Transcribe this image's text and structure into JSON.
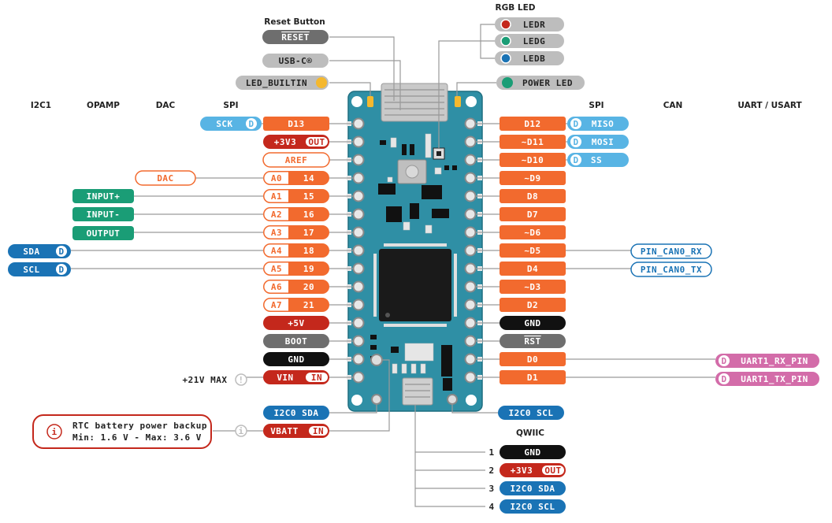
{
  "column_headers": {
    "left": [
      "I2C1",
      "OPAMP",
      "DAC",
      "SPI"
    ],
    "right": [
      "SPI",
      "CAN",
      "UART / USART"
    ]
  },
  "top": {
    "reset_title": "Reset Button",
    "reset": "RESET",
    "usb": "USB-C®",
    "led_builtin": "LED_BUILTIN",
    "rgb_title": "RGB LED",
    "ledr": "LEDR",
    "ledg": "LEDG",
    "ledb": "LEDB",
    "power_led": "POWER LED"
  },
  "left_pins": [
    {
      "name": "D13",
      "extra": "",
      "style": "orange"
    },
    {
      "name": "+3V3",
      "extra": "OUT",
      "style": "red"
    },
    {
      "name": "AREF",
      "extra": "",
      "style": "outline"
    },
    {
      "name": "A0",
      "extra": "14",
      "style": "split"
    },
    {
      "name": "A1",
      "extra": "15",
      "style": "split"
    },
    {
      "name": "A2",
      "extra": "16",
      "style": "split"
    },
    {
      "name": "A3",
      "extra": "17",
      "style": "split"
    },
    {
      "name": "A4",
      "extra": "18",
      "style": "split"
    },
    {
      "name": "A5",
      "extra": "19",
      "style": "split"
    },
    {
      "name": "A6",
      "extra": "20",
      "style": "split"
    },
    {
      "name": "A7",
      "extra": "21",
      "style": "split"
    },
    {
      "name": "+5V",
      "extra": "",
      "style": "red"
    },
    {
      "name": "BOOT",
      "extra": "",
      "style": "gray"
    },
    {
      "name": "GND",
      "extra": "",
      "style": "black"
    },
    {
      "name": "VIN",
      "extra": "IN",
      "style": "red"
    }
  ],
  "right_pins": [
    {
      "name": "D12",
      "style": "orange"
    },
    {
      "name": "~D11",
      "style": "orange"
    },
    {
      "name": "~D10",
      "style": "orange"
    },
    {
      "name": "~D9",
      "style": "orange"
    },
    {
      "name": "D8",
      "style": "orange"
    },
    {
      "name": "D7",
      "style": "orange"
    },
    {
      "name": "~D6",
      "style": "orange"
    },
    {
      "name": "~D5",
      "style": "orange"
    },
    {
      "name": "D4",
      "style": "orange"
    },
    {
      "name": "~D3",
      "style": "orange"
    },
    {
      "name": "D2",
      "style": "orange"
    },
    {
      "name": "GND",
      "style": "black"
    },
    {
      "name": "RST",
      "style": "gray"
    },
    {
      "name": "D0",
      "style": "orange"
    },
    {
      "name": "D1",
      "style": "orange"
    }
  ],
  "left_funcs": {
    "sck": "SCK",
    "dac": "DAC",
    "input_plus": "INPUT+",
    "input_minus": "INPUT-",
    "output": "OUTPUT",
    "sda": "SDA",
    "scl": "SCL",
    "digital_badge": "D"
  },
  "right_funcs": {
    "miso": "MISO",
    "mosi": "MOSI",
    "ss": "SS",
    "can_rx": "PIN_CAN0_RX",
    "can_tx": "PIN_CAN0_TX",
    "uart_rx": "UART1_RX_PIN",
    "uart_tx": "UART1_TX_PIN"
  },
  "vin_note": "+21V MAX",
  "bottom": {
    "i2c0_sda": "I2C0 SDA",
    "i2c0_scl": "I2C0 SCL",
    "vbatt": "VBATT",
    "vbatt_badge": "IN",
    "rtc_line1": "RTC battery power backup",
    "rtc_line2": "Min: 1.6 V - Max: 3.6 V"
  },
  "qwiic": {
    "title": "QWIIC",
    "pins": [
      {
        "num": "1",
        "name": "GND",
        "extra": "",
        "style": "black"
      },
      {
        "num": "2",
        "name": "+3V3",
        "extra": "OUT",
        "style": "red"
      },
      {
        "num": "3",
        "name": "I2C0 SDA",
        "extra": "",
        "style": "blue"
      },
      {
        "num": "4",
        "name": "I2C0 SCL",
        "extra": "",
        "style": "blue"
      }
    ]
  },
  "colors": {
    "orange": "#F26A2E",
    "red": "#C4281C",
    "gray": "#6E6E6E",
    "black": "#111111",
    "lightgray": "#BDBDBD",
    "green": "#1A9D76",
    "lightblue": "#58B4E4",
    "darkblue": "#1A73B5",
    "pink": "#D36CA9",
    "board": "#2F8FA5",
    "board_dark": "#1F6E80",
    "yellow": "#F5B82E"
  }
}
